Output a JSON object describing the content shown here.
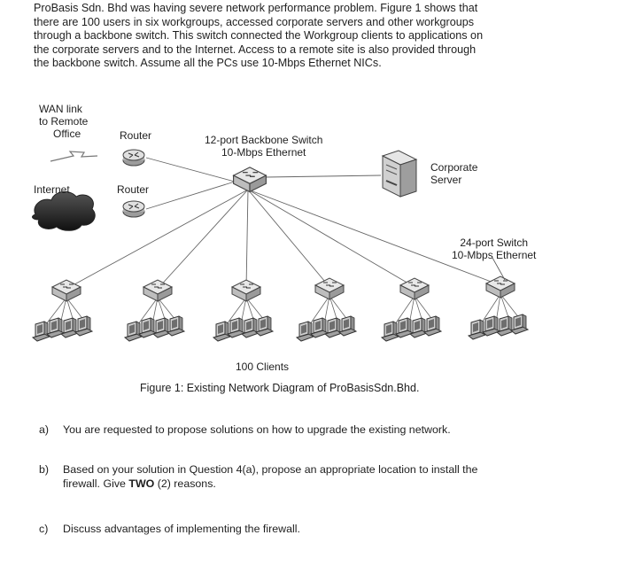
{
  "intro": {
    "lines": [
      "ProBasis Sdn. Bhd was having severe network performance problem. Figure 1 shows that",
      "there are 100 users in six workgroups, accessed corporate servers and other workgroups",
      "through a backbone switch. This switch connected the Workgroup clients to applications on",
      "the corporate servers and to the Internet. Access to a remote site is also provided through",
      "the backbone switch. Assume all the PCs use 10-Mbps Ethernet NICs."
    ]
  },
  "diagram": {
    "wan_label": [
      "WAN link",
      "to Remote",
      "Office"
    ],
    "router_top_label": "Router",
    "internet_label": "Internet",
    "router_bottom_label": "Router",
    "backbone_label": [
      "12-port Backbone Switch",
      "10-Mbps Ethernet"
    ],
    "server_label": [
      "Corporate",
      "Server"
    ],
    "switch24_label": [
      "24-port Switch",
      "10-Mbps Ethernet"
    ],
    "clients_label": "100 Clients"
  },
  "figure_caption": "Figure 1: Existing Network Diagram of ProBasisSdn.Bhd.",
  "questions": [
    {
      "letter": "a)",
      "lines": [
        "You are requested to propose solutions on how to upgrade the existing network."
      ]
    },
    {
      "letter": "b)",
      "lines": [
        "Based on your solution in Question 4(a), propose an appropriate location to install the",
        "firewall. Give "
      ],
      "bold": "TWO",
      "suffix": " (2) reasons."
    },
    {
      "letter": "c)",
      "lines": [
        "Discuss advantages of implementing the firewall."
      ]
    }
  ]
}
